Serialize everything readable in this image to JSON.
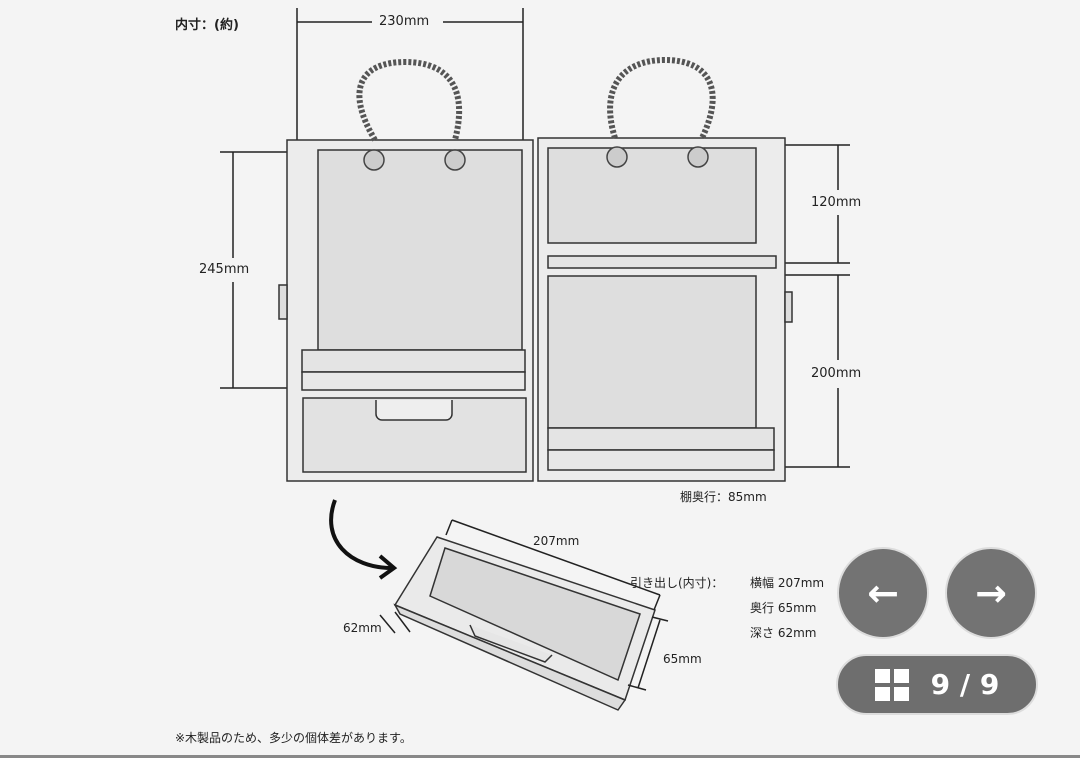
{
  "image": {
    "heading": "内寸：(約)",
    "dims": {
      "width_top": "230mm",
      "height_left": "245mm",
      "upper_right": "120mm",
      "lower_right": "200mm",
      "shelf_depth": "棚奥行：85mm",
      "drawer_width": "207mm",
      "drawer_height": "62mm",
      "drawer_depth": "65mm"
    },
    "drawer_spec": {
      "label": "引き出し(内寸)：",
      "width": "横幅 207mm",
      "depth": "奥行 65mm",
      "height": "深さ 62mm"
    },
    "note": "※木製品のため、多少の個体差があります。"
  },
  "viewer": {
    "prev_icon": "arrow-left-icon",
    "next_icon": "arrow-right-icon",
    "prev_glyph": "←",
    "next_glyph": "→",
    "counter": "9 / 9"
  }
}
